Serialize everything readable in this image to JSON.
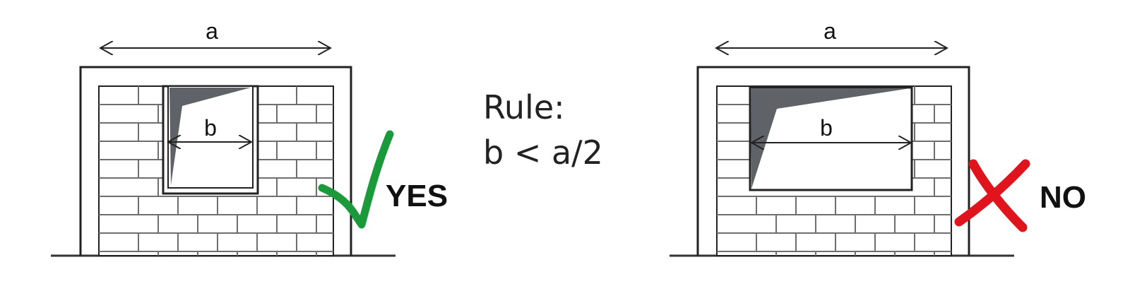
{
  "rule": {
    "title": "Rule:",
    "formula": "b < a/2"
  },
  "panels": [
    {
      "id": "good",
      "wall_width_label": "a",
      "opening_width_label": "b",
      "verdict": "YES",
      "mark": "check",
      "mark_color": "#1a9a3a"
    },
    {
      "id": "bad",
      "wall_width_label": "a",
      "opening_width_label": "b",
      "verdict": "NO",
      "mark": "cross",
      "mark_color": "#e0141c"
    }
  ],
  "colors": {
    "line": "#222222",
    "glass_shade": "#5f6368",
    "brick_line": "#6e6e6e"
  }
}
